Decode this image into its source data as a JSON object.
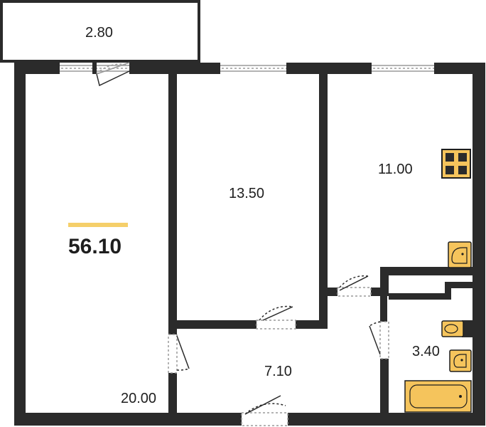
{
  "total_area": {
    "value": "56.10",
    "accent_color": "#f5cf6a"
  },
  "rooms": [
    {
      "id": "balcony",
      "area": "2.80"
    },
    {
      "id": "living-room",
      "area": "20.00"
    },
    {
      "id": "bedroom",
      "area": "13.50"
    },
    {
      "id": "kitchen",
      "area": "11.00"
    },
    {
      "id": "hallway",
      "area": "7.10"
    },
    {
      "id": "bathroom",
      "area": "3.40"
    }
  ],
  "colors": {
    "wall": "#2b2b2b",
    "fixture_fill": "#f5c45c",
    "fixture_stroke": "#1e1e1e",
    "window_frame": "#9a9a9a"
  },
  "fixtures": [
    "stove-icon",
    "kitchen-sink-icon",
    "toilet-icon",
    "washbasin-icon",
    "bathtub-icon"
  ]
}
